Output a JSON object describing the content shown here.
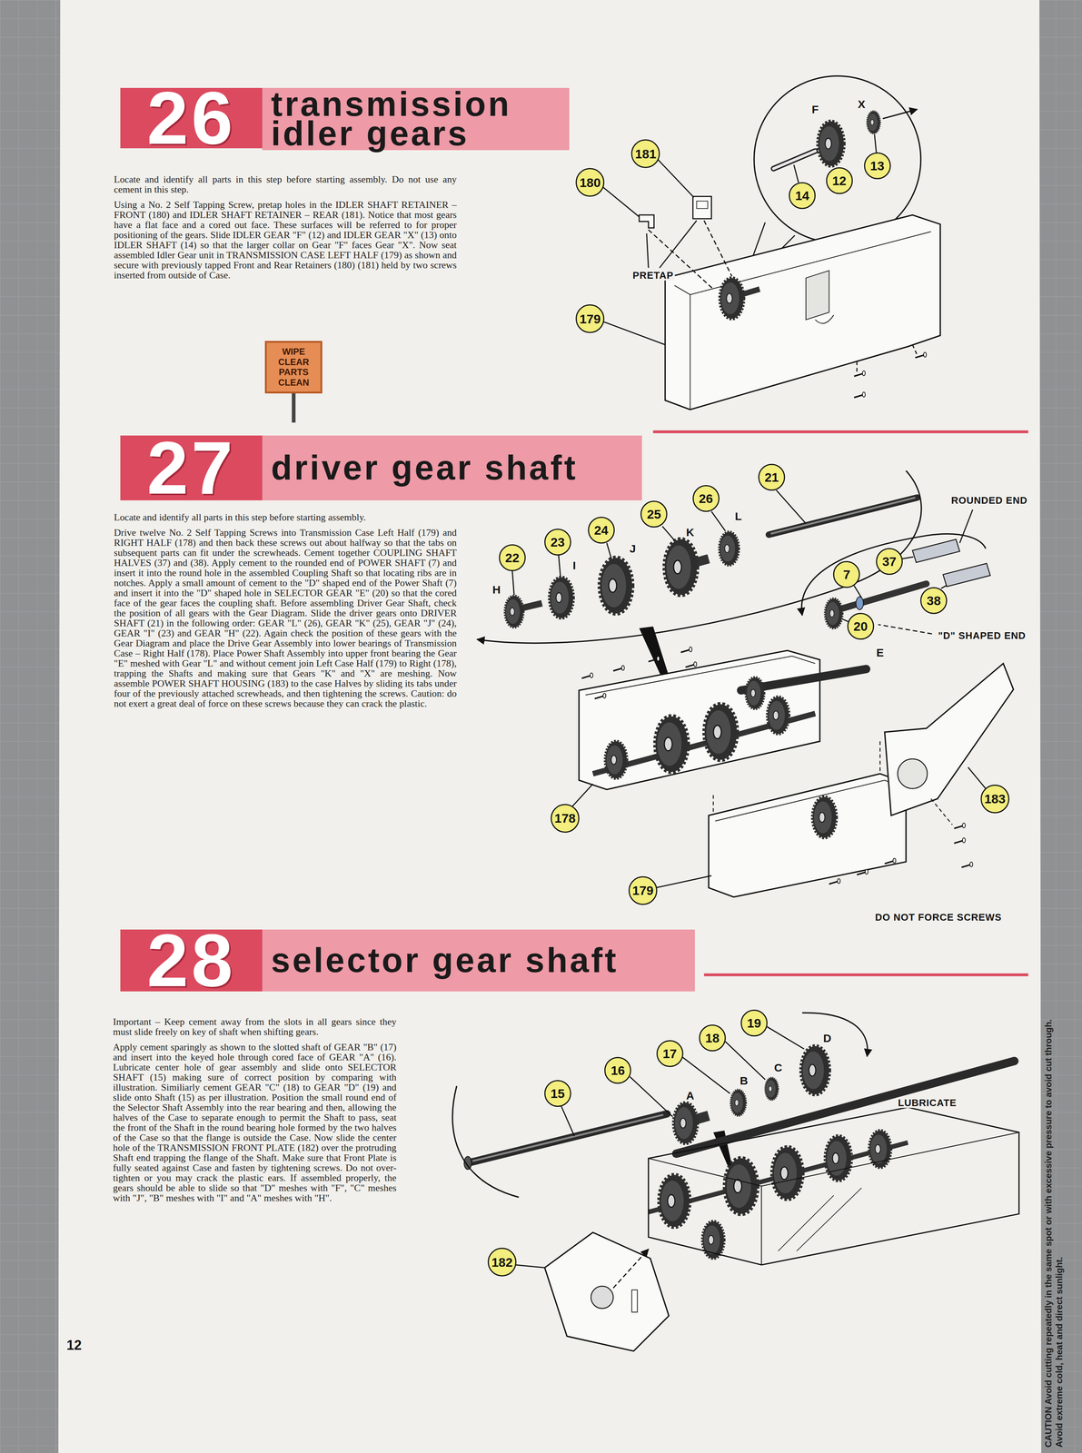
{
  "diagram": {
    "nodes": [
      {
        "text": [
          "26"
        ]
      },
      {
        "text": [
          "transmission idler gears"
        ]
      },
      {
        "text": [
          "181"
        ]
      },
      {
        "text": [
          "180"
        ]
      },
      {
        "text": [
          "14"
        ]
      },
      {
        "text": [
          "12"
        ]
      },
      {
        "text": [
          "13"
        ]
      },
      {
        "text": [
          "179"
        ]
      },
      {
        "text": [
          "WIPE CLEAR PARTS CLEAN"
        ]
      },
      {
        "text": [
          "27"
        ]
      },
      {
        "text": [
          "driver gear shaft"
        ]
      },
      {
        "text": [
          "21"
        ]
      },
      {
        "text": [
          "26"
        ]
      },
      {
        "text": [
          "25"
        ]
      },
      {
        "text": [
          "24"
        ]
      },
      {
        "text": [
          "23"
        ]
      },
      {
        "text": [
          "22"
        ]
      },
      {
        "text": [
          "37"
        ]
      },
      {
        "text": [
          "7"
        ]
      },
      {
        "text": [
          "38"
        ]
      },
      {
        "text": [
          "20"
        ]
      },
      {
        "text": [
          "183"
        ]
      },
      {
        "text": [
          "178"
        ]
      },
      {
        "text": [
          "179"
        ]
      },
      {
        "text": [
          "28"
        ]
      },
      {
        "text": [
          "selector gear shaft"
        ]
      },
      {
        "text": [
          "19"
        ]
      },
      {
        "text": [
          "18"
        ]
      },
      {
        "text": [
          "17"
        ]
      },
      {
        "text": [
          "16"
        ]
      },
      {
        "text": [
          "15"
        ]
      },
      {
        "text": [
          "182"
        ]
      }
    ],
    "labels": [
      "Locate and identify all parts in this step before starting assembly. Do not use any cement in this step.",
      "Using a No. 2 Self Tapping Screw, pretap holes in the IDLER SHAFT RETAINER – FRONT (180) and IDLER SHAFT RETAINER – REAR (181). Notice that most gears have a flat face and a cored out face. These surfaces will be referred to for proper positioning of the gears. Slide IDLER GEAR \"F\" (12) and IDLER GEAR \"X\" (13) onto IDLER SHAFT (14) so that the larger collar on Gear \"F\" faces Gear \"X\". Now seat assembled Idler Gear unit in TRANSMISSION CASE LEFT HALF (179) as shown and secure with previously tapped Front and Rear Retainers (180) (181) held by two screws inserted from outside of Case.",
      "F",
      "X",
      "PRETAP",
      "Locate and identify all parts in this step before starting assembly.",
      "Drive twelve No. 2 Self Tapping Screws into Transmission Case Left Half (179) and RIGHT HALF (178) and then back these screws out about halfway so that the tabs on subsequent parts can fit under the screwheads. Cement together COUPLING SHAFT HALVES (37) and (38). Apply cement to the rounded end of POWER SHAFT (7) and insert it into the round hole in the assembled Coupling Shaft so that locating ribs are in notches. Apply a small amount of cement to the \"D\" shaped end of the Power Shaft (7) and insert it into the \"D\" shaped hole in SELECTOR GEAR \"E\" (20) so that the cored face of the gear faces the coupling shaft. Before assembling Driver Gear Shaft, check the position of all gears with the Gear Diagram. Slide the driver gears onto DRIVER SHAFT (21) in the following order: GEAR \"L\" (26), GEAR \"K\" (25), GEAR \"J\" (24), GEAR \"I\" (23) and GEAR \"H\" (22). Again check the position of these gears with the Gear Diagram and place the Drive Gear Assembly into lower bearings of Transmission Case – Right Half (178). Place Power Shaft Assembly into upper front bearing the Gear \"E\" meshed with Gear \"L\" and without cement join Left Case Half (179) to Right (178), trapping the Shafts and making sure that Gears \"K\" and \"X\" are meshing. Now assemble POWER SHAFT HOUSING (183) to the case Halves by sliding its tabs under four of the previously attached screwheads, and then tightening the screws. Caution: do not exert a great deal of force on these screws because they can crack the plastic.",
      "H",
      "I",
      "J",
      "K",
      "L",
      "ROUNDED END",
      "E",
      "\"D\" SHAPED END",
      "DO NOT FORCE SCREWS",
      "Important – Keep cement away from the slots in all gears since they must slide freely on key of shaft when shifting gears.",
      "Apply cement sparingly as shown to the slotted shaft of GEAR \"B\" (17) and insert into the keyed hole through cored face of GEAR \"A\" (16). Lubricate center hole of gear assembly and slide onto SELECTOR SHAFT (15) making sure of correct position by comparing with illustration. Similiarly cement GEAR \"C\" (18) to GEAR \"D\" (19) and slide onto Shaft (15) as per illustration. Position the small round end of the Selector Shaft Assembly into the rear bearing and then, allowing the halves of the Case to separate enough to permit the Shaft to pass, seat the front of the Shaft in the round bearing hole formed by the two halves of the Case so that the flange is outside the Case. Now slide the center hole of the TRANSMISSION FRONT PLATE (182) over the protruding Shaft end trapping the flange of the Shaft. Make sure that Front Plate is fully seated against Case and fasten by tightening screws. Do not over-tighten or you may crack the plastic ears. If assembled properly, the gears should be able to slide so that \"D\" meshes with \"F\", \"C\" meshes with \"J\", \"B\" meshes with \"I\" and \"A\" meshes with \"H\".",
      "A",
      "B",
      "C",
      "D",
      "LUBRICATE",
      "12",
      "CAUTION Avoid cutting repeatedly in the same spot or with excessive pressure to avoid cut through. Avoid extreme cold, heat and direct sunlight."
    ]
  }
}
